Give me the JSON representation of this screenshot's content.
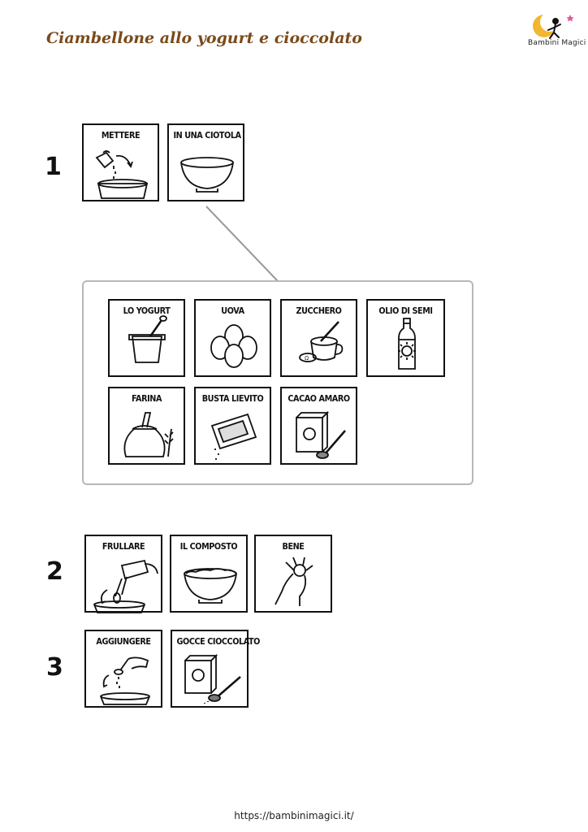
{
  "header": {
    "title": "Ciambellone allo yogurt e cioccolato",
    "logo_text": "Bambini Magici"
  },
  "steps": [
    {
      "number": "1",
      "cards": [
        "METTERE",
        "IN UNA CIOTOLA"
      ]
    },
    {
      "number": "2",
      "cards": [
        "FRULLARE",
        "IL COMPOSTO",
        "BENE"
      ]
    },
    {
      "number": "3",
      "cards": [
        "AGGIUNGERE",
        "GOCCE CIOCCOLATO"
      ]
    }
  ],
  "ingredients": [
    "LO YOGURT",
    "UOVA",
    "ZUCCHERO",
    "OLIO DI SEMI",
    "FARINA",
    "BUSTA LIEVITO",
    "CACAO AMARO"
  ],
  "footer": {
    "url": "https://bambinimagici.it/"
  },
  "colors": {
    "title": "#7a4a1a",
    "logo_moon": "#f2b632",
    "panel_border": "#b8b8b8"
  }
}
